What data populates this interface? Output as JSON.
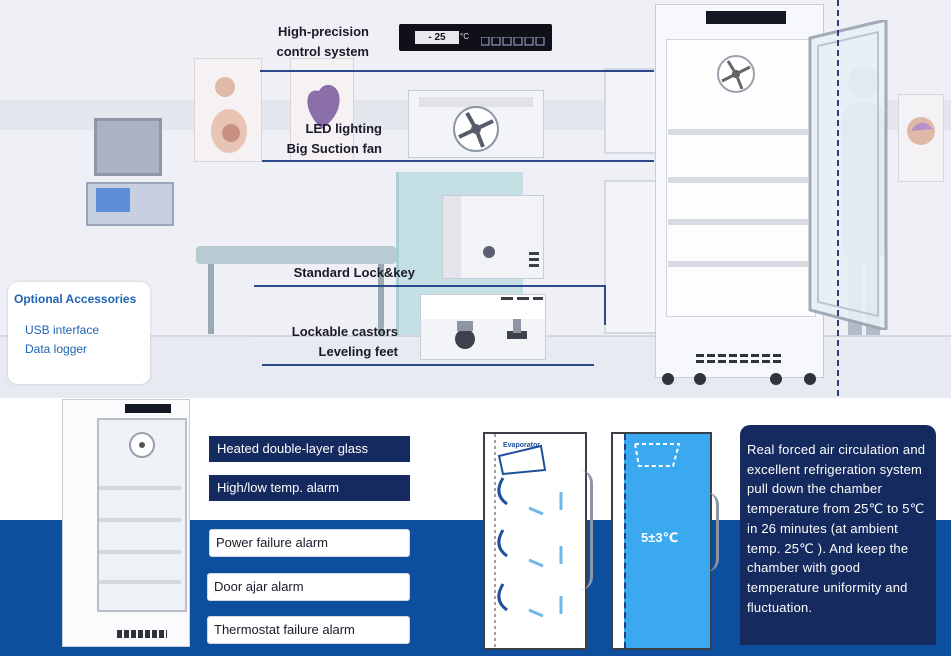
{
  "control_panel": {
    "display_value": "- 25",
    "unit": "°C"
  },
  "callouts": {
    "control_system_line1": "High-precision",
    "control_system_line2": "control system",
    "led_lighting": "LED lighting",
    "suction_fan": "Big Suction fan",
    "lock_key": "Standard Lock&key",
    "castors": "Lockable castors",
    "leveling_feet": "Leveling feet"
  },
  "accessories": {
    "title": "Optional Accessories",
    "items": [
      "USB interface",
      "Data logger"
    ]
  },
  "alarm_labels": [
    "Heated double-layer glass",
    "High/low temp. alarm",
    "Power failure alarm",
    "Door ajar alarm",
    "Thermostat failure alarm"
  ],
  "diagram": {
    "evaporator_label": "Evaporator",
    "temperature_range": "5±3℃"
  },
  "description": "Real forced air circulation and excellent refrigeration system pull down the chamber temperature  from 25℃  to 5℃ in 26 minutes (at ambient temp. 25℃ ). And keep the chamber with good temperature uniformity and fluctuation.",
  "colors": {
    "navy": "#152a5e",
    "blue_band": "#0d4f9e",
    "accent_blue": "#1f63b5",
    "chamber_blue": "#3aa9ef"
  }
}
